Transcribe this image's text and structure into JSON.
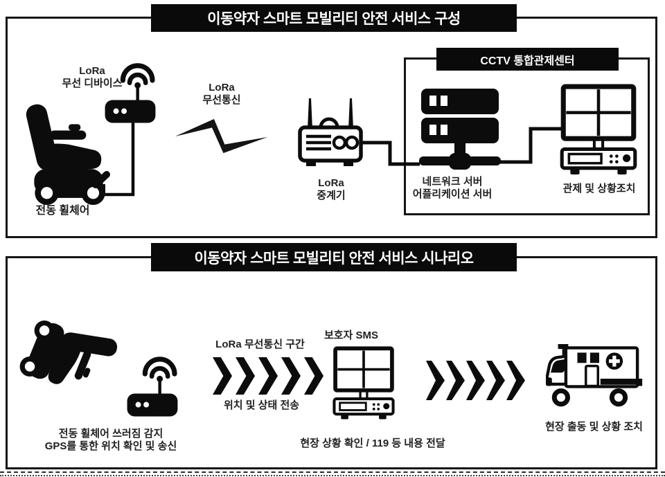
{
  "colors": {
    "ink": "#141414",
    "background": "#ffffff",
    "panel_border": "#141414",
    "title_bg": "#0a0a0a",
    "title_text": "#ffffff",
    "cctv_header_bg": "#0a0a0a",
    "cctv_header_text": "#ffffff"
  },
  "panel_architecture": {
    "title": "이동약자 스마트 모빌리티 안전 서비스 구성",
    "wheelchair": {
      "label": "전동 휠체어",
      "icon": "power-wheelchair-icon"
    },
    "lora_device": {
      "label_line1": "LoRa",
      "label_line2": "무선 디바이스",
      "icon": "wifi-router-icon"
    },
    "lora_link": {
      "label_line1": "LoRa",
      "label_line2": "무선통신",
      "icon": "lightning-bolt-icon"
    },
    "lora_gateway": {
      "label_line1": "LoRa",
      "label_line2": "중계기",
      "icon": "antenna-router-icon"
    },
    "cctv_center": {
      "header": "CCTV 통합관제센터"
    },
    "servers": {
      "label_line1": "네트워크 서버",
      "label_line2": "어플리케이션 서버",
      "icon": "server-rack-icon"
    },
    "control_station": {
      "label": "관제 및 상황조치",
      "icon": "quad-monitor-icon"
    }
  },
  "panel_scenario": {
    "title": "이동약자 스마트 모빌리티 안전 서비스 시나리오",
    "fall_detection": {
      "label_line1": "전동 휠체어 쓰러짐 감지",
      "label_line2": "GPS를 통한 위치 확인 및 송신",
      "icons": [
        "tipped-wheelchair-icon",
        "wifi-router-icon"
      ]
    },
    "lora_segment": {
      "label_top": "LoRa 무선통신 구간",
      "label_bottom": "위치 및 상태 전송",
      "arrow_count": 5
    },
    "guardian_sms": {
      "label": "보호자 SMS",
      "icon": "quad-monitor-icon"
    },
    "situation_report": {
      "label": "현장 상황 확인 / 119 등 내용 전달"
    },
    "dispatch_arrows": {
      "arrow_count": 5
    },
    "field_response": {
      "label": "현장 출동 및 상황 조치",
      "icon": "ambulance-icon"
    }
  }
}
